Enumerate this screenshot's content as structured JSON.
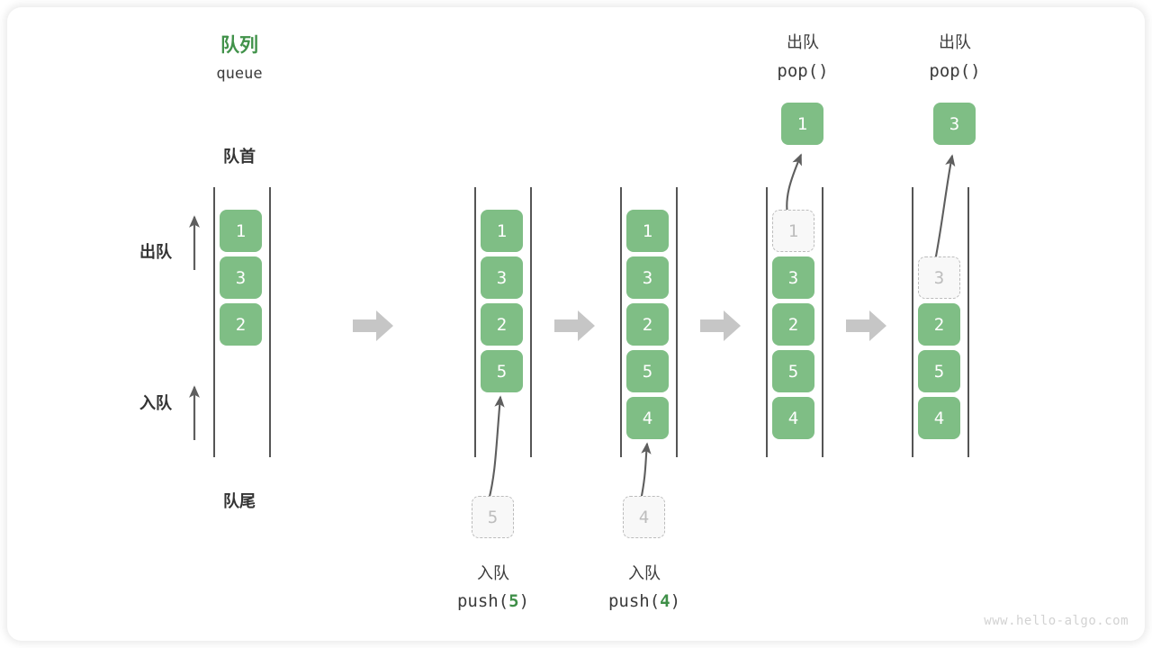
{
  "diagram": {
    "title_cn": "队列",
    "title_code": "queue",
    "head_label": "队首",
    "tail_label": "队尾",
    "dequeue_label": "出队",
    "enqueue_label": "入队",
    "watermark": "www.hello-algo.com",
    "colors": {
      "cell_fill": "#7fbe85",
      "cell_text": "#ffffff",
      "ghost_fill": "#f8f8f8",
      "ghost_border": "#bcbcbc",
      "ghost_text": "#bdbdbd",
      "accent_green": "#41924a",
      "text_dark": "#3c3c3c",
      "rail": "#555555",
      "flow_arrow": "#c6c6c6",
      "watermark": "#d2d2d2"
    }
  },
  "stages": [
    {
      "id": "initial",
      "cells": [
        "1",
        "3",
        "2"
      ],
      "ghost_slots": [],
      "incoming": null,
      "outgoing": null,
      "op_cn": "",
      "op_code": "",
      "op_arg": ""
    },
    {
      "id": "push-5",
      "cells": [
        "1",
        "3",
        "2",
        "5"
      ],
      "ghost_slots": [],
      "incoming": "5",
      "outgoing": null,
      "op_cn": "入队",
      "op_code_prefix": "push(",
      "op_arg": "5",
      "op_code_suffix": ")"
    },
    {
      "id": "push-4",
      "cells": [
        "1",
        "3",
        "2",
        "5",
        "4"
      ],
      "ghost_slots": [],
      "incoming": "4",
      "outgoing": null,
      "op_cn": "入队",
      "op_code_prefix": "push(",
      "op_arg": "4",
      "op_code_suffix": ")"
    },
    {
      "id": "pop-1",
      "cells": [
        "1",
        "3",
        "2",
        "5",
        "4"
      ],
      "ghost_index": 0,
      "incoming": null,
      "outgoing": "1",
      "op_cn": "出队",
      "op_code_prefix": "pop(",
      "op_arg": "",
      "op_code_suffix": ")"
    },
    {
      "id": "pop-3",
      "cells": [
        "",
        "3",
        "2",
        "5",
        "4"
      ],
      "ghost_index": 1,
      "incoming": null,
      "outgoing": "3",
      "op_cn": "出队",
      "op_code_prefix": "pop(",
      "op_arg": "",
      "op_code_suffix": ")"
    }
  ],
  "flow_arrows": 4
}
